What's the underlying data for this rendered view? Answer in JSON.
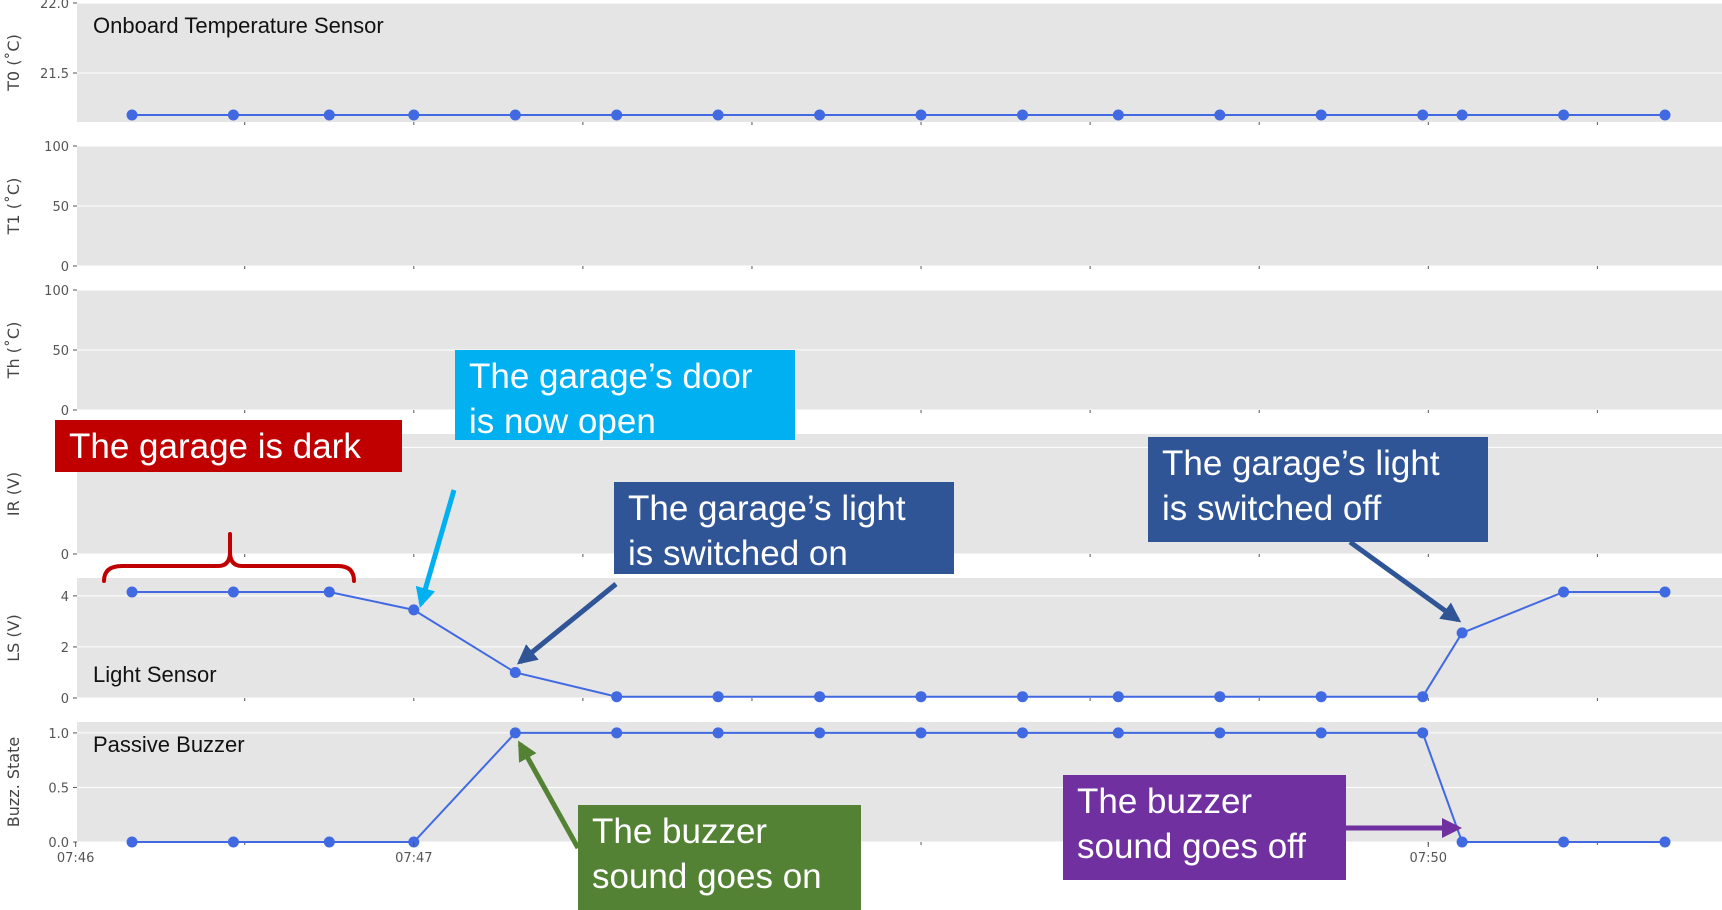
{
  "chart_data": {
    "type": "line",
    "x": [
      "07:46:10",
      "07:46:28",
      "07:46:45",
      "07:47:00",
      "07:47:18",
      "07:47:36",
      "07:47:54",
      "07:48:12",
      "07:48:30",
      "07:48:48",
      "07:49:05",
      "07:49:23",
      "07:49:41",
      "07:49:59",
      "07:50:06",
      "07:50:24",
      "07:50:42"
    ],
    "xticks": [
      "07:46",
      "07:47",
      "07:50"
    ],
    "line_color": "#4169e1",
    "panel_color": "#e5e5e5",
    "grid": true,
    "panels": [
      {
        "ylabel": "T0 (˚C)",
        "title": "Onboard Temperature Sensor",
        "ylim": [
          21.15,
          22.0
        ],
        "yticks": [
          "22.0",
          "21.5"
        ],
        "ytick_values": [
          22.0,
          21.5
        ],
        "values": [
          21.2,
          21.2,
          21.2,
          21.2,
          21.2,
          21.2,
          21.2,
          21.2,
          21.2,
          21.2,
          21.2,
          21.2,
          21.2,
          21.2,
          21.2,
          21.2,
          21.2
        ]
      },
      {
        "ylabel": "T1 (˚C)",
        "title": "",
        "ylim": [
          0,
          100
        ],
        "yticks": [
          "100",
          "50",
          "0"
        ],
        "ytick_values": [
          100,
          50,
          0
        ],
        "values": []
      },
      {
        "ylabel": "Th (˚C)",
        "title": "",
        "ylim": [
          0,
          100
        ],
        "yticks": [
          "100",
          "50",
          "0"
        ],
        "ytick_values": [
          100,
          50,
          0
        ],
        "values": []
      },
      {
        "ylabel": "IR (V)",
        "title": "",
        "ylim": [
          0,
          4.5
        ],
        "yticks": [
          "4",
          "0"
        ],
        "ytick_values": [
          4,
          0
        ],
        "values": []
      },
      {
        "ylabel": "LS (V)",
        "title": "Light Sensor",
        "ylim": [
          0,
          4.7
        ],
        "yticks": [
          "4",
          "2",
          "0"
        ],
        "ytick_values": [
          4,
          2,
          0
        ],
        "values": [
          4.15,
          4.15,
          4.15,
          3.45,
          1.0,
          0.05,
          0.05,
          0.05,
          0.05,
          0.05,
          0.05,
          0.05,
          0.05,
          0.05,
          2.55,
          4.15,
          4.15
        ]
      },
      {
        "ylabel": "Buzz. State",
        "title": "Passive Buzzer",
        "ylim": [
          0,
          1.1
        ],
        "yticks": [
          "1.0",
          "0.5",
          "0.0"
        ],
        "ytick_values": [
          1.0,
          0.5,
          0.0
        ],
        "values": [
          0,
          0,
          0,
          0,
          1,
          1,
          1,
          1,
          1,
          1,
          1,
          1,
          1,
          1,
          0,
          0,
          0
        ]
      }
    ]
  },
  "annotations": [
    {
      "lines": [
        "The garage is dark"
      ],
      "color": "#c00000"
    },
    {
      "lines": [
        "The garage’s door",
        "is now open"
      ],
      "color": "#00b0f0"
    },
    {
      "lines": [
        "The garage’s light",
        "is switched on"
      ],
      "color": "#2f5597"
    },
    {
      "lines": [
        "The garage’s light",
        "is switched off"
      ],
      "color": "#2f5597"
    },
    {
      "lines": [
        "The buzzer",
        "sound goes on"
      ],
      "color": "#548235"
    },
    {
      "lines": [
        "The buzzer",
        "sound goes off"
      ],
      "color": "#7030a0"
    }
  ]
}
